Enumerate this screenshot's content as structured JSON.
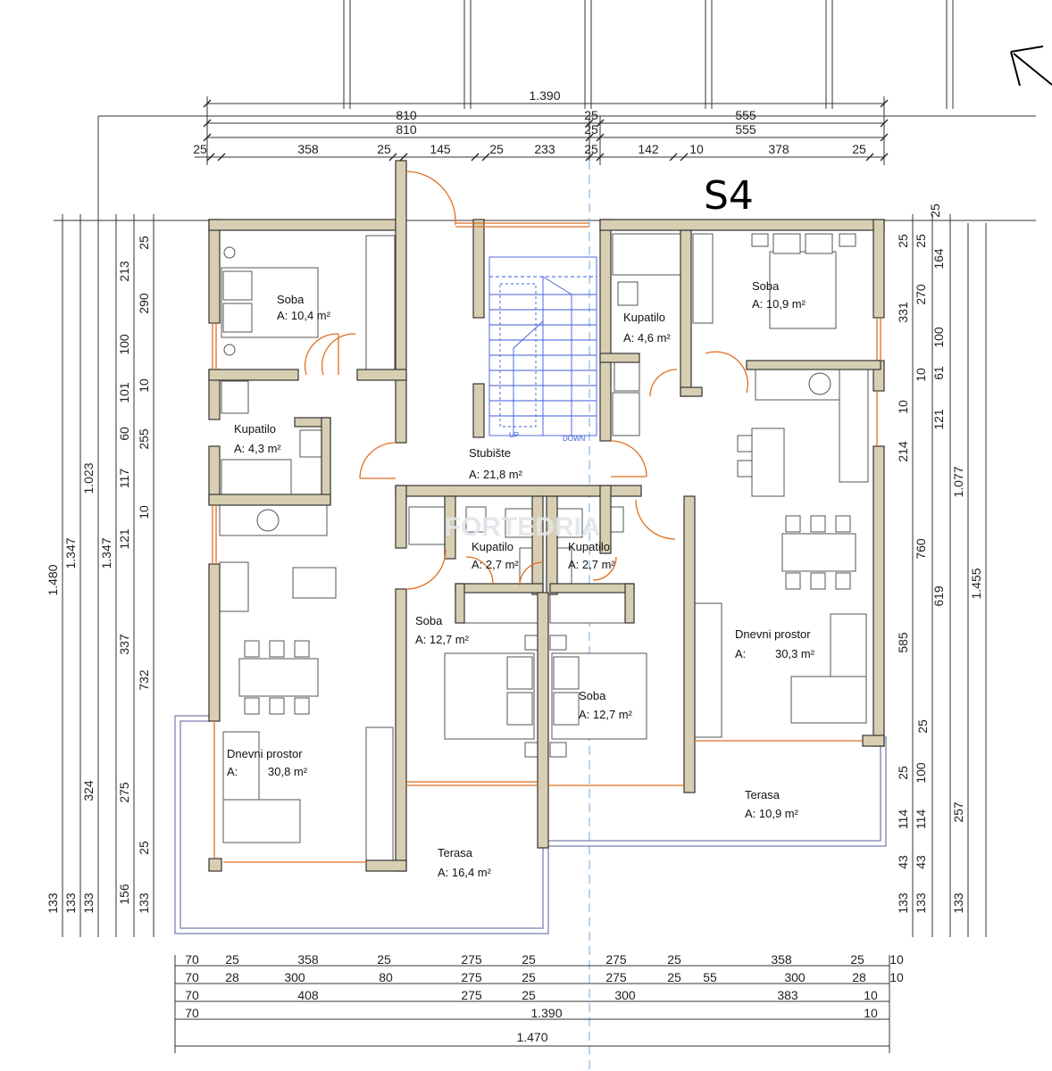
{
  "plan_label": "S4",
  "rooms": {
    "soba_nw": {
      "name": "Soba",
      "area": "A: 10,4 m²"
    },
    "kupatilo_w": {
      "name": "Kupatilo",
      "area": "A: 4,3 m²"
    },
    "stubiste": {
      "name": "Stubište",
      "area": "A: 21,8 m²"
    },
    "kupatilo_ne": {
      "name": "Kupatilo",
      "area": "A: 4,6 m²"
    },
    "soba_ne": {
      "name": "Soba",
      "area": "A: 10,9 m²"
    },
    "kupatilo_c1": {
      "name": "Kupatilo",
      "area": "A: 2,7 m²"
    },
    "kupatilo_c2": {
      "name": "Kupatilo",
      "area": "A: 2,7 m²"
    },
    "soba_c1": {
      "name": "Soba",
      "area": "A: 12,7 m²"
    },
    "soba_c2": {
      "name": "Soba",
      "area": "A: 12,7 m²"
    },
    "dnevni_w": {
      "name": "Dnevni prostor",
      "area_prefix": "A:",
      "area": "30,8 m²"
    },
    "dnevni_e": {
      "name": "Dnevni prostor",
      "area_prefix": "A:",
      "area": "30,3 m²"
    },
    "terasa_w": {
      "name": "Terasa",
      "area": "A: 16,4 m²"
    },
    "terasa_e": {
      "name": "Terasa",
      "area": "A: 10,9 m²"
    }
  },
  "dims_top": {
    "row1": [
      "1.390"
    ],
    "row2": [
      "810",
      "25",
      "555"
    ],
    "row3": [
      "810",
      "25",
      "555"
    ],
    "row4": [
      "25",
      "358",
      "25",
      "145",
      "25",
      "233",
      "25",
      "142",
      "10",
      "378",
      "25"
    ]
  },
  "dims_bottom": {
    "row1": [
      "70",
      "25",
      "358",
      "25",
      "275",
      "25",
      "275",
      "25",
      "358",
      "25",
      "10"
    ],
    "row2": [
      "70",
      "28",
      "300",
      "80",
      "275",
      "25",
      "275",
      "25",
      "55",
      "300",
      "28",
      "10"
    ],
    "row3": [
      "70",
      "408",
      "275",
      "25",
      "300",
      "383",
      "10"
    ],
    "row4": [
      "70",
      "1.390",
      "10"
    ],
    "row5": [
      "1.470"
    ]
  },
  "dims_left": {
    "col1": [
      "1.480",
      "133"
    ],
    "col2": [
      "1.347",
      "324",
      "133"
    ],
    "col3": [
      "1.023",
      "1.347",
      "133"
    ],
    "col4": [
      "117",
      "121",
      "337",
      "732",
      "156"
    ],
    "col5": [
      "213",
      "100",
      "101",
      "60",
      "275",
      "133"
    ],
    "col6": [
      "25",
      "290",
      "10",
      "255",
      "10",
      "25"
    ]
  },
  "dims_right": {
    "col1": [
      "25",
      "25",
      "331",
      "10",
      "10",
      "214",
      "760",
      "585",
      "25",
      "25",
      "114",
      "43",
      "133"
    ],
    "col2": [
      "25",
      "270",
      "100",
      "61",
      "121",
      "619",
      "100",
      "114",
      "43",
      "133"
    ],
    "col3": [
      "164",
      "1.077",
      "1.455",
      "257",
      "133"
    ]
  },
  "stair_labels": {
    "up": "UP",
    "down": "DOWN"
  },
  "watermark": "FORTEDRIA"
}
